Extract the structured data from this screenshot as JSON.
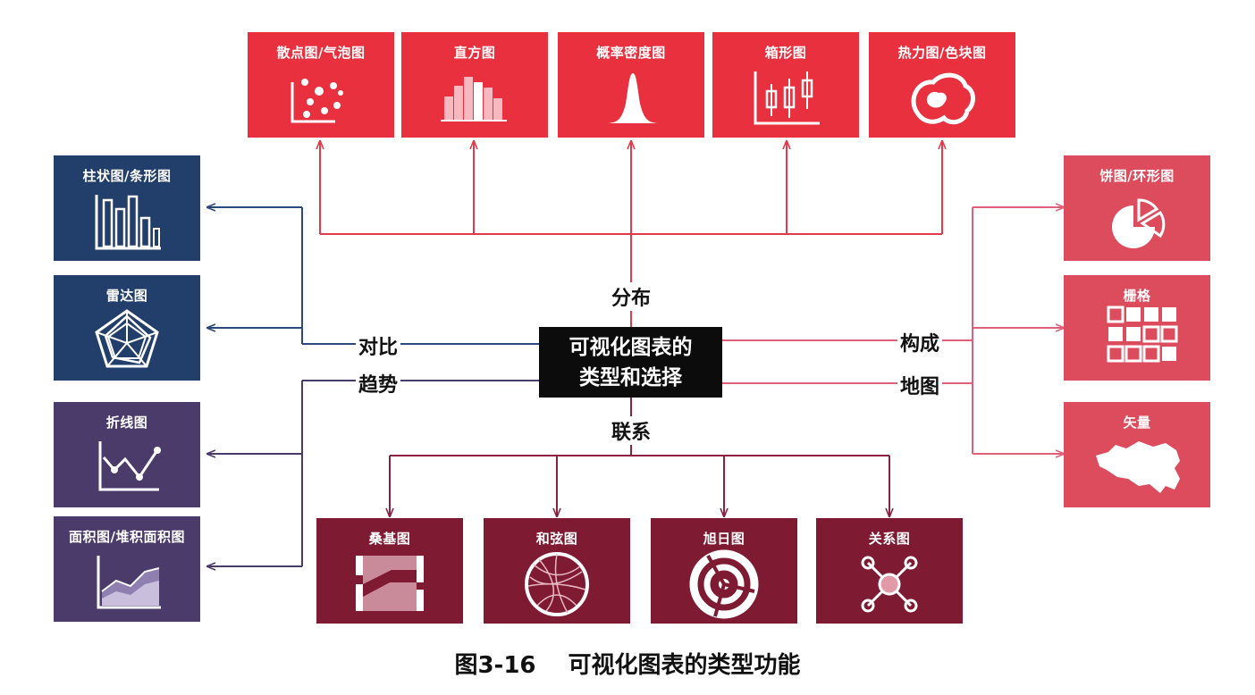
{
  "center": {
    "line1": "可视化图表的",
    "line2": "类型和选择"
  },
  "categories": {
    "distribution": "分布",
    "comparison": "对比",
    "trend": "趋势",
    "composition": "构成",
    "map": "地图",
    "relation": "联系"
  },
  "tiles": {
    "scatter": "散点图/气泡图",
    "histogram": "直方图",
    "density": "概率密度图",
    "boxplot": "箱形图",
    "heatmap": "热力图/色块图",
    "bar": "柱状图/条形图",
    "radar": "雷达图",
    "line": "折线图",
    "area": "面积图/堆积面积图",
    "pie": "饼图/环形图",
    "grid": "栅格",
    "vector": "矢量",
    "sankey": "桑基图",
    "chord": "和弦图",
    "sunburst": "旭日图",
    "network": "关系图"
  },
  "caption": {
    "number": "图3-16",
    "title": "可视化图表的类型功能"
  },
  "colors": {
    "distribution": "#e8303f",
    "comparison": "#223e6a",
    "trend": "#4b3b6b",
    "composition_map": "#dd4c5d",
    "relation": "#7e1b33",
    "line_blue": "#2a4a7c",
    "line_red": "#e23a4a",
    "line_pink": "#e0607a",
    "line_maroon": "#8a2240"
  }
}
